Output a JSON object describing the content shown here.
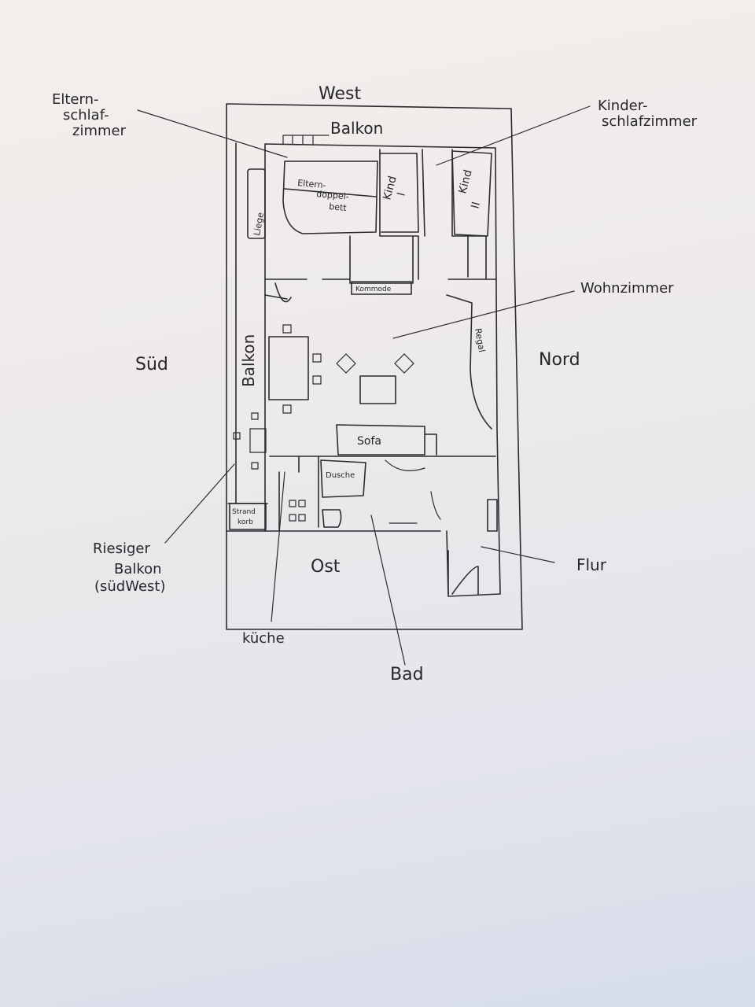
{
  "compass": {
    "west": "West",
    "south": "Süd",
    "north": "Nord",
    "east": "Ost"
  },
  "labels": {
    "eltern_schlafzimmer": [
      "Eltern-",
      "schlaf-",
      "zimmer"
    ],
    "kinderschlafzimmer": [
      "Kinder-",
      "schlafzimmer"
    ],
    "wohnzimmer": "Wohnzimmer",
    "riesiger_balkon": [
      "Riesiger",
      "Balkon",
      "(südWest)"
    ],
    "kueche": "küche",
    "bad": "Bad",
    "flur": "Flur"
  },
  "plan": {
    "balkon_top": "Balkon",
    "balkon_side": "Balkon",
    "doppelbett": [
      "Eltern-",
      "doppel-",
      "bett"
    ],
    "kind_1": [
      "Kind",
      "I"
    ],
    "kind_2": [
      "Kind",
      "II"
    ],
    "liege": "Liege",
    "kommode": "Kommode",
    "regal": "Regal",
    "sofa": "Sofa",
    "dusche": "Dusche",
    "strandkorb": [
      "Strand",
      "korb"
    ]
  },
  "colors": {
    "paper": "#efece9",
    "ink": "#2b2b30"
  }
}
